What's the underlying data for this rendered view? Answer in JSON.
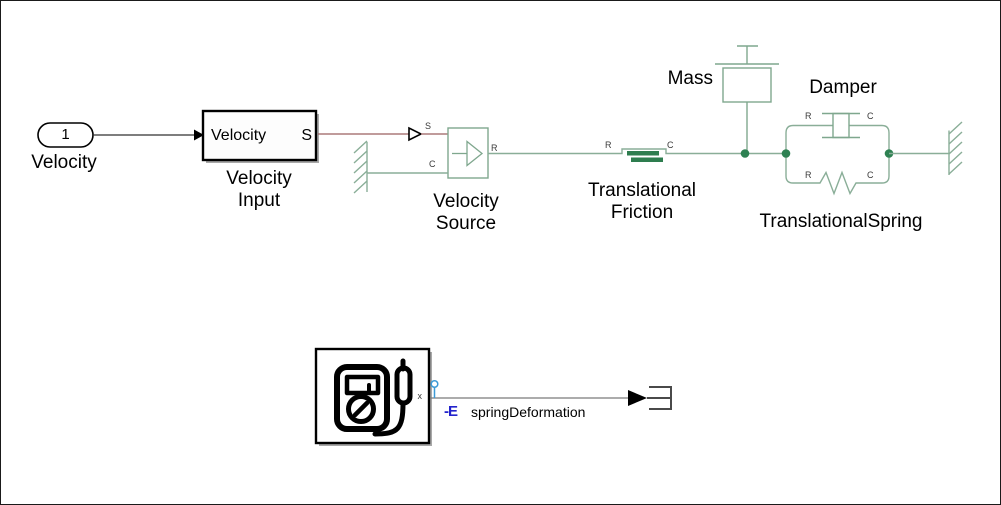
{
  "colors": {
    "canvas_bg": "#ffffff",
    "conserving_line_green": "#8aae98",
    "conserving_block_green": "#7fa78e",
    "friction_bar_green": "#2e7d4f",
    "junction_dot_green": "#2e8152",
    "physical_signal_line_red": "#9a5f5f",
    "signal_line_black": "#303030",
    "probe_marker_blue": "#3d9ad6",
    "logging_badge_blue": "#2323cc"
  },
  "inport": {
    "number": "1",
    "name": "Velocity"
  },
  "velocity_input": {
    "signal_label": "Velocity",
    "port_s": "S",
    "name_line1": "Velocity",
    "name_line2": "Input"
  },
  "velocity_source": {
    "port_s": "S",
    "port_c": "C",
    "port_r": "R",
    "name_line1": "Velocity",
    "name_line2": "Source"
  },
  "friction": {
    "port_r": "R",
    "port_c": "C",
    "name_line1": "Translational",
    "name_line2": "Friction"
  },
  "mass": {
    "name": "Mass"
  },
  "damper": {
    "name": "Damper",
    "port_r": "R",
    "port_c": "C"
  },
  "spring": {
    "name": "TranslationalSpring",
    "port_r": "R",
    "port_c": "C"
  },
  "probe": {
    "port_x": "x"
  },
  "logged_signal": {
    "badge": "-E",
    "label": "springDeformation"
  }
}
